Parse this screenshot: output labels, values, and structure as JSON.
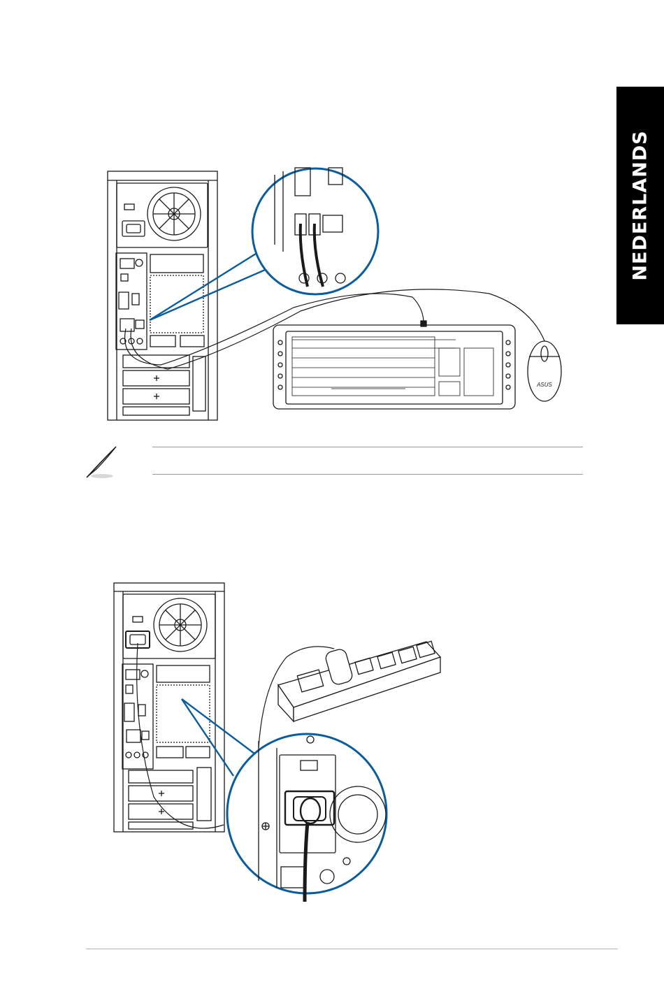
{
  "side_tab": {
    "label": "NEDERLANDS"
  },
  "colors": {
    "callout_blue": "#0b5c9c",
    "tab_black": "#000000",
    "line": "#1a1a1a",
    "rule_gray": "#9a9a9a"
  },
  "icons": {
    "note": "feather-pen-icon",
    "mouse_logo": "asus-logo"
  },
  "figure_keyboard_mouse": {
    "mouse_logo_text": "ASUS"
  }
}
